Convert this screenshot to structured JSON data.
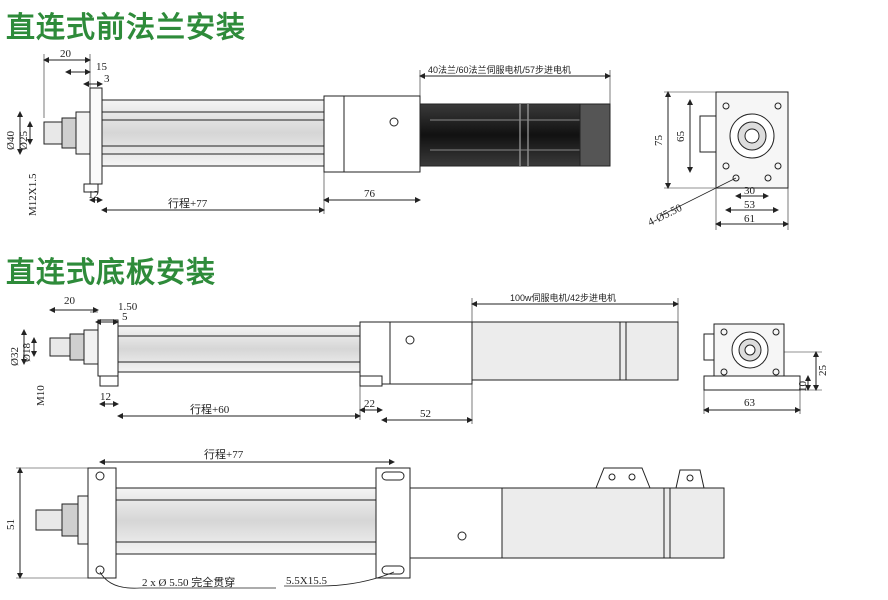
{
  "headings": {
    "section1": "直连式前法兰安装",
    "section2": "直连式底板安装"
  },
  "section1": {
    "motor_note": "40法兰/60法兰伺服电机/57步进电机",
    "dims": {
      "d20": "20",
      "d15": "15",
      "d3": "3",
      "phi40": "Ø40",
      "phi25": "Ø25",
      "thread": "M12X1.5",
      "d12": "12",
      "stroke": "行程+77",
      "d76": "76",
      "d75": "75",
      "d65": "65",
      "d30": "30",
      "d53": "53",
      "d61": "61",
      "holes": "4-Ø5.50"
    }
  },
  "section2": {
    "motor_note": "100w伺服电机/42步进电机",
    "dims": {
      "d20": "20",
      "d150": "1.50",
      "d5": "5",
      "phi32": "Ø32",
      "phi18": "Ø18",
      "thread": "M10",
      "d12": "12",
      "stroke": "行程+60",
      "d22": "22",
      "d52": "52",
      "d63": "63",
      "d25": "25",
      "d10": "10"
    }
  },
  "section3": {
    "dims": {
      "stroke": "行程+77",
      "d51": "51",
      "holes_note": "2 x Ø 5.50 完全贯穿",
      "slot_note": "5.5X15.5"
    }
  },
  "colors": {
    "heading": "#2e8b3a",
    "line": "#222222"
  }
}
